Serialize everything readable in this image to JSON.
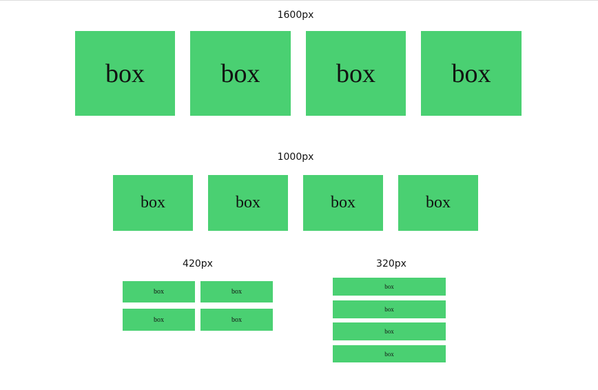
{
  "theme": {
    "box_color": "#4ad072",
    "text_color": "#111111"
  },
  "sections": [
    {
      "label": "1600px",
      "boxes": [
        "box",
        "box",
        "box",
        "box"
      ]
    },
    {
      "label": "1000px",
      "boxes": [
        "box",
        "box",
        "box",
        "box"
      ]
    },
    {
      "label": "420px",
      "boxes": [
        "box",
        "box",
        "box",
        "box"
      ]
    },
    {
      "label": "320px",
      "boxes": [
        "box",
        "box",
        "box",
        "box"
      ]
    }
  ]
}
